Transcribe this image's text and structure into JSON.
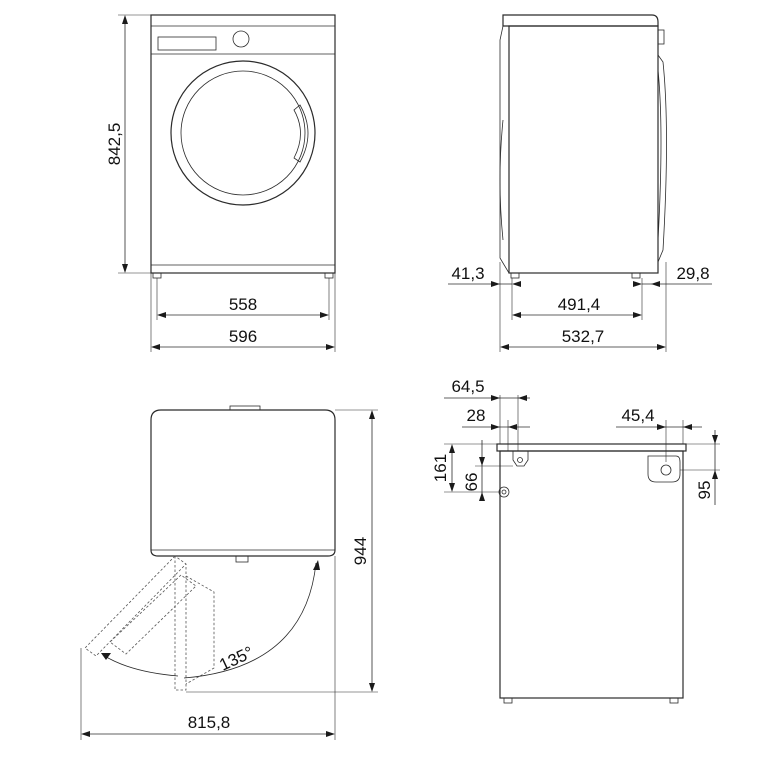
{
  "dimensions": {
    "front": {
      "height": "842,5",
      "feet_spacing": "558",
      "width": "596"
    },
    "side": {
      "left_foot_offset": "41,3",
      "right_foot_offset": "29,8",
      "feet_spacing": "491,4",
      "depth": "532,7"
    },
    "top": {
      "door_opening_angle": "135°",
      "depth_with_door_open": "944",
      "width_with_door_open": "815,8"
    },
    "rear": {
      "inlet_offset_outer": "64,5",
      "inlet_offset_inner": "28",
      "outlet_offset": "45,4",
      "inlet_height": "161",
      "hose_height": "66",
      "outlet_height": "95"
    }
  },
  "colors": {
    "line": "#2b2b2b",
    "text": "#111111",
    "background": "#ffffff"
  }
}
